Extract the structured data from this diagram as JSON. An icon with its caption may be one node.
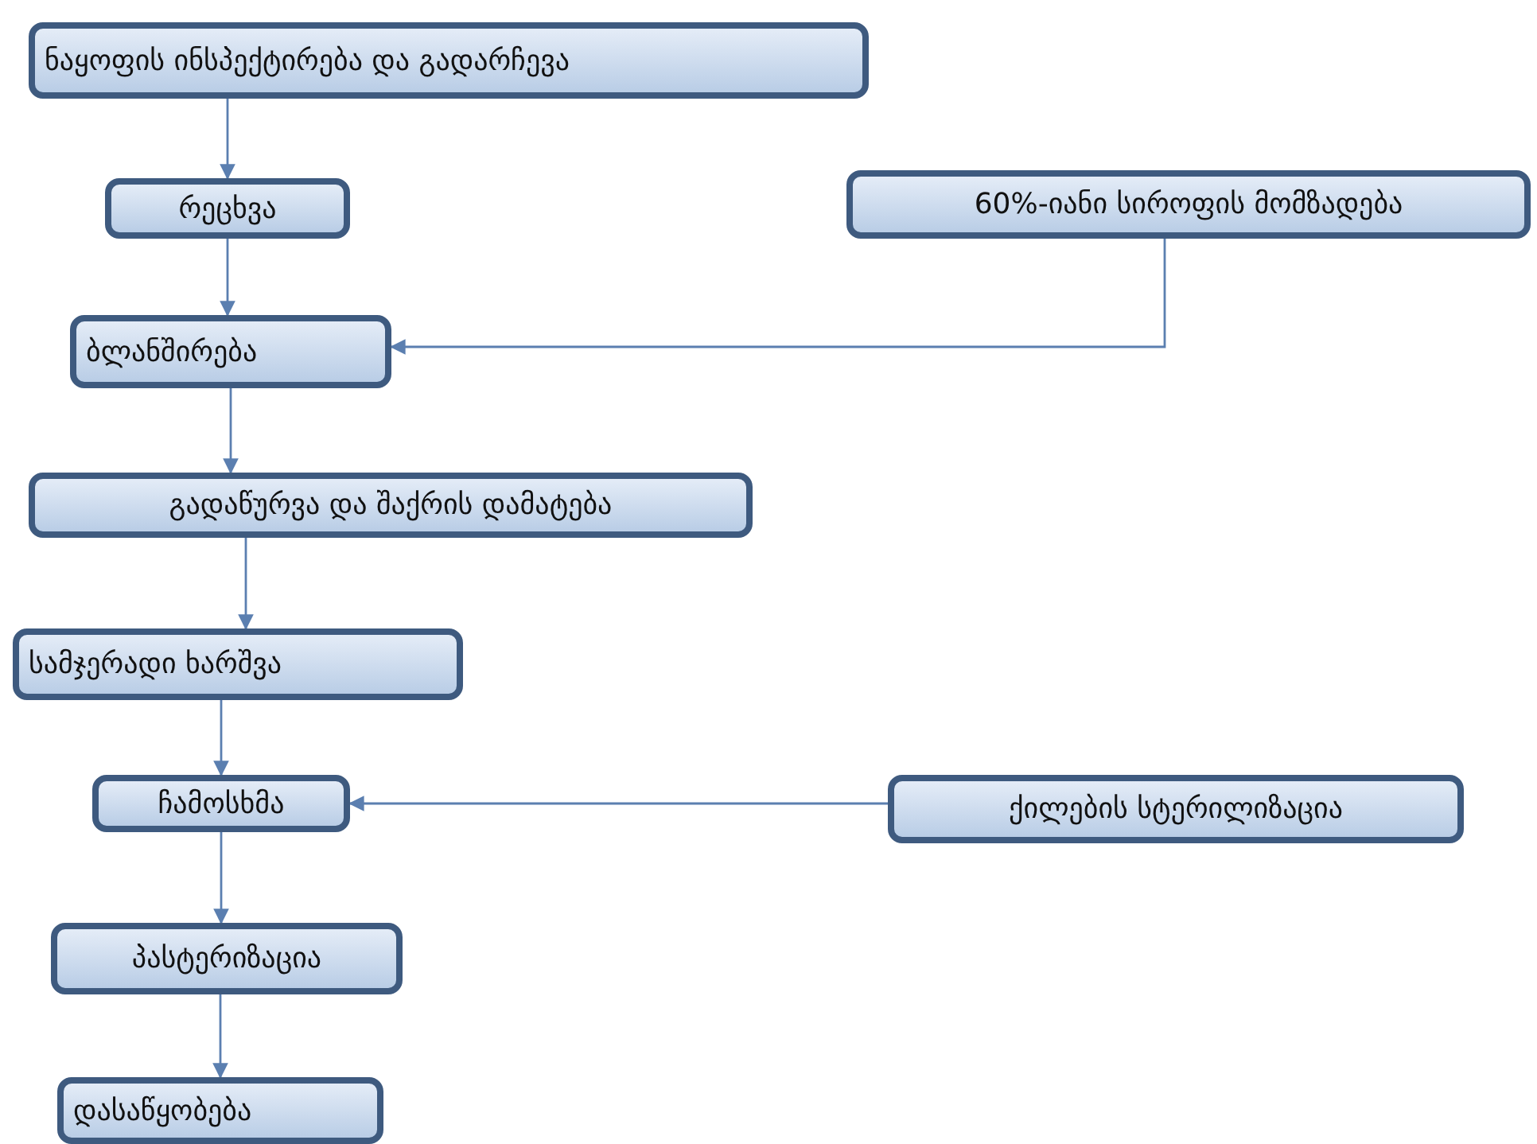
{
  "diagram": {
    "nodes": [
      {
        "text": [
          "ნაყოფის ინსპექტირება და გადარჩევა"
        ]
      },
      {
        "text": [
          "რეცხვა"
        ]
      },
      {
        "text": [
          "ბლანშირება"
        ]
      },
      {
        "text": [
          "60%-იანი სიროფის მომზადება"
        ]
      },
      {
        "text": [
          "გადაწურვა და შაქრის დამატება"
        ]
      },
      {
        "text": [
          "სამჯერადი ხარშვა"
        ]
      },
      {
        "text": [
          "ჩამოსხმა"
        ]
      },
      {
        "text": [
          "ქილების სტერილიზაცია"
        ]
      },
      {
        "text": [
          "პასტერიზაცია"
        ]
      },
      {
        "text": [
          "დასაწყობება"
        ]
      }
    ],
    "edges": [
      {
        "from": 0,
        "to": 1,
        "arrow": "to"
      },
      {
        "from": 1,
        "to": 2,
        "arrow": "to"
      },
      {
        "from": 3,
        "to": 2,
        "arrow": "to"
      },
      {
        "from": 2,
        "to": 4,
        "arrow": "to"
      },
      {
        "from": 4,
        "to": 5,
        "arrow": "to"
      },
      {
        "from": 5,
        "to": 6,
        "arrow": "to"
      },
      {
        "from": 7,
        "to": 6,
        "arrow": "to"
      },
      {
        "from": 6,
        "to": 8,
        "arrow": "to"
      },
      {
        "from": 8,
        "to": 9,
        "arrow": "to"
      }
    ]
  }
}
